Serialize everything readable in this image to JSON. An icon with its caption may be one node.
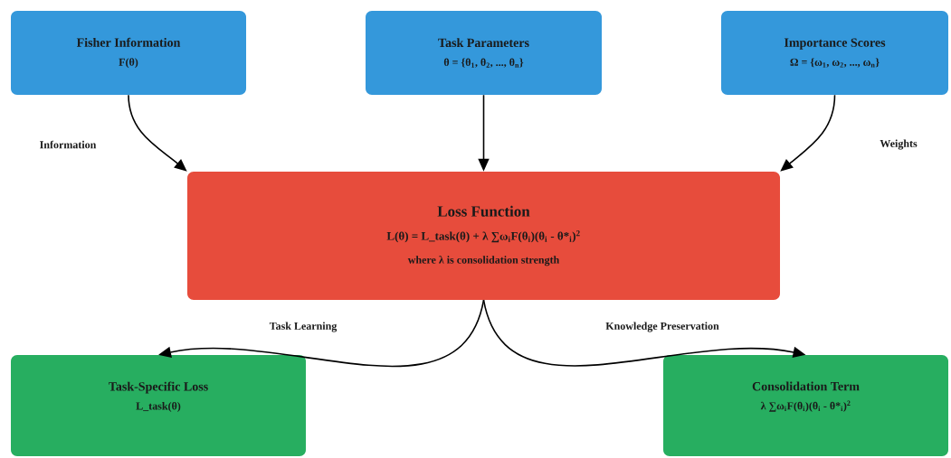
{
  "diagram": {
    "nodes": [
      {
        "text": [
          "Fisher Information",
          "F(θ)"
        ]
      },
      {
        "text": [
          "Task Parameters",
          "θ = {θ$_{1}$, θ$_{2}$, ..., θ$_{n}$}"
        ]
      },
      {
        "text": [
          "Importance Scores",
          "Ω = {ω$_{1}$, ω$_{2}$, ..., ω$_{n}$}"
        ]
      },
      {
        "text": [
          "Loss Function",
          "L(θ) = L_task(θ) + λ ∑ω$_{i}$F(θ$_{i}$)(θ$_{i}$ - θ*$_{i}$)$^{2}$",
          "where λ is consolidation strength"
        ]
      },
      {
        "text": [
          "Task-Specific Loss",
          "L_task(θ)"
        ]
      },
      {
        "text": [
          "Consolidation Term",
          "λ ∑ω$_{i}$F(θ$_{i}$)(θ$_{i}$ - θ*$_{i}$)$^{2}$"
        ]
      }
    ],
    "edges": [
      {
        "from": 0,
        "to": 3,
        "arrow": "to",
        "label": "Information"
      },
      {
        "from": 1,
        "to": 3,
        "arrow": "to"
      },
      {
        "from": 2,
        "to": 3,
        "arrow": "to",
        "label": "Weights"
      },
      {
        "from": 3,
        "to": 4,
        "arrow": "to",
        "label": "Task Learning"
      },
      {
        "from": 3,
        "to": 5,
        "arrow": "to",
        "label": "Knowledge Preservation"
      }
    ]
  }
}
